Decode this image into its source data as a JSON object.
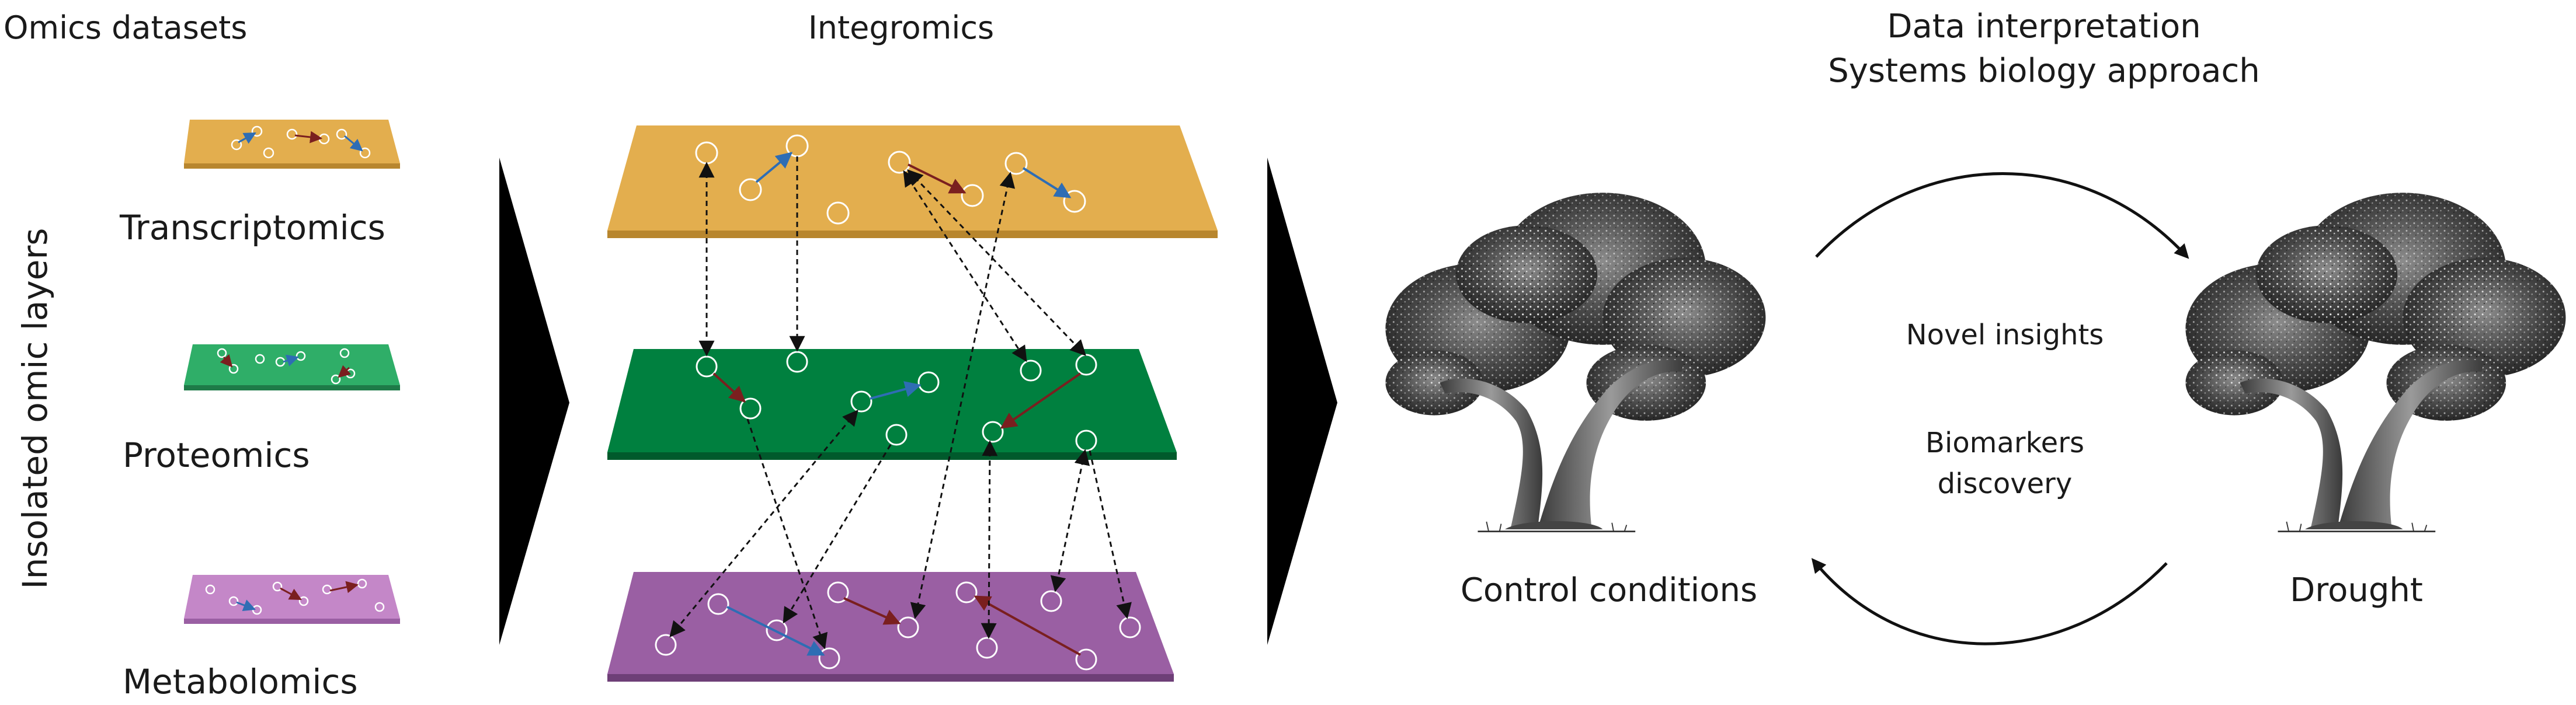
{
  "headings": {
    "omics": "Omics datasets",
    "integromics": "Integromics",
    "interpretation_1": "Data interpretation",
    "interpretation_2": "Systems biology approach"
  },
  "side_label": "Insolated omic layers",
  "layers": {
    "transcriptomics": {
      "label": "Transcriptomics",
      "color": "#E3AE4E",
      "edge": "#B8862E"
    },
    "proteomics": {
      "label": "Proteomics",
      "color": "#00803F",
      "edge": "#005A2C"
    },
    "metabolomics": {
      "label": "Metabolomics",
      "color": "#9A5FA3",
      "edge": "#6E3F77"
    },
    "small_proteomics_color": "#2FAE68",
    "small_metabolomics_color": "#C487C8"
  },
  "arrow_colors": {
    "blue": "#2E6DB4",
    "red": "#7A1F1F"
  },
  "conditions": {
    "control": "Control conditions",
    "drought": "Drought"
  },
  "center_text": {
    "novel": "Novel insights",
    "biomarkers_1": "Biomarkers",
    "biomarkers_2": "discovery"
  },
  "icons": {
    "transition": "triangle-arrow-icon",
    "tree": "tree-icon",
    "cycle": "cycle-arrow-icon"
  }
}
